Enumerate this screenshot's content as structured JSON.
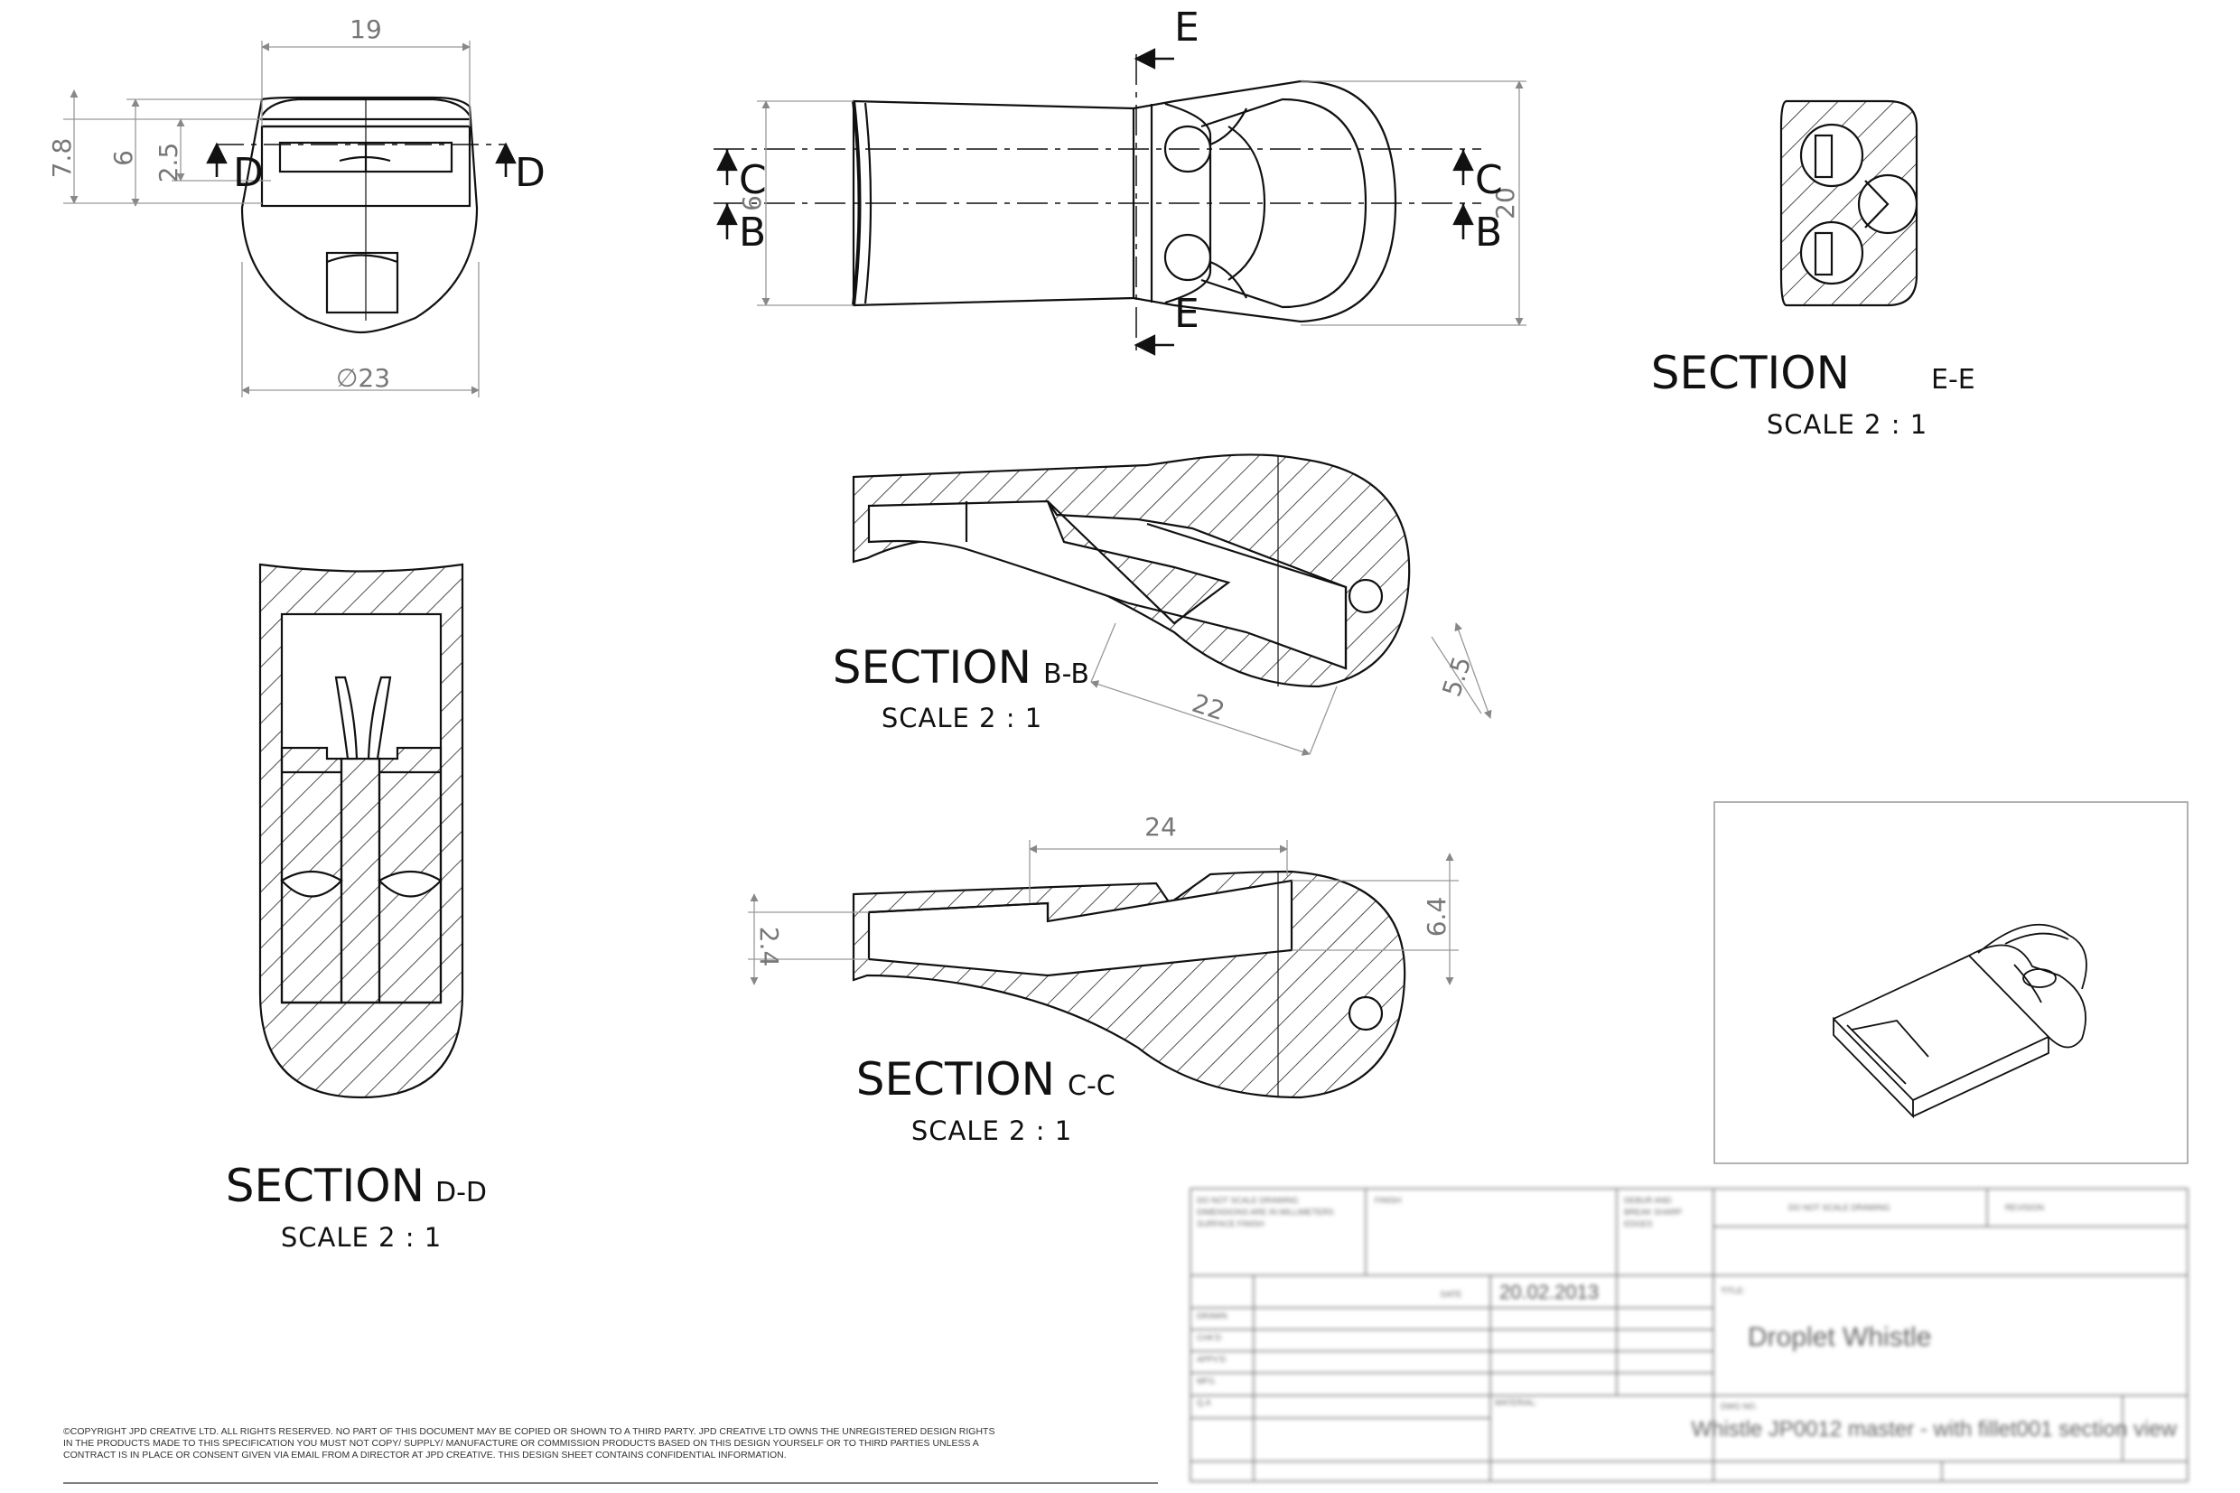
{
  "dimensions": {
    "d19": "19",
    "d7_8": "7.8",
    "d6": "6",
    "d2_5": "2.5",
    "dia23": "∅23",
    "d6_top": "6",
    "d20": "20",
    "d22": "22",
    "d5_5": "5.5",
    "d24": "24",
    "d2_4": "2.4",
    "d6_4": "6.4"
  },
  "section_markers": {
    "D": "D",
    "C": "C",
    "B": "B",
    "E": "E"
  },
  "sections": {
    "ee": {
      "title": "SECTION",
      "suffix": "E-E",
      "scale": "SCALE 2 : 1"
    },
    "bb": {
      "title": "SECTION",
      "suffix": "B-B",
      "scale": "SCALE 2 : 1"
    },
    "cc": {
      "title": "SECTION",
      "suffix": "C-C",
      "scale": "SCALE 2 : 1"
    },
    "dd": {
      "title": "SECTION",
      "suffix": "D-D",
      "scale": "SCALE 2 : 1"
    }
  },
  "copyright": {
    "line1": "©COPYRIGHT JPD CREATIVE LTD. ALL RIGHTS RESERVED. NO PART OF THIS DOCUMENT MAY BE COPIED OR SHOWN TO A THIRD PARTY. JPD CREATIVE LTD OWNS THE UNREGISTERED DESIGN RIGHTS",
    "line2": "IN THE PRODUCTS MADE TO THIS SPECIFICATION YOU MUST NOT COPY/ SUPPLY/ MANUFACTURE OR COMMISSION PRODUCTS BASED ON THIS DESIGN YOURSELF OR TO THIRD PARTIES UNLESS A",
    "line3": "CONTRACT IS IN PLACE OR CONSENT GIVEN VIA EMAIL FROM A DIRECTOR AT JPD CREATIVE. THIS DESIGN SHEET CONTAINS CONFIDENTIAL INFORMATION."
  },
  "title_block": {
    "date": "20.02.2013",
    "title": "Droplet Whistle",
    "drawing_name": "Whistle JP0012 master - with fillet001 section view"
  }
}
